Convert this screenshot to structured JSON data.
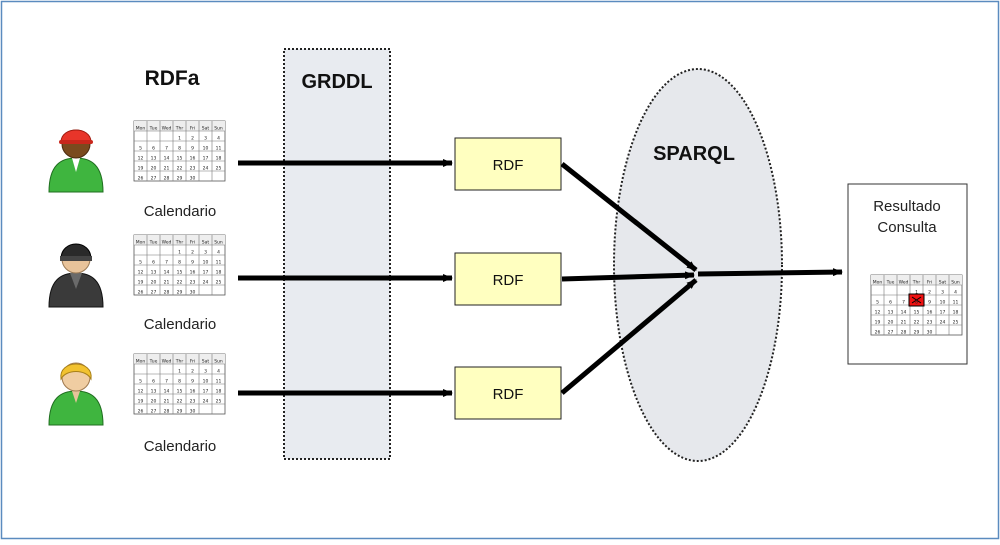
{
  "diagram": {
    "rdfa_label": "RDFa",
    "grddl_label": "GRDDL",
    "sparql_label": "SPARQL",
    "result_title_line1": "Resultado",
    "result_title_line2": "Consulta",
    "sources": [
      {
        "user": "user-red-cap",
        "calendar_label": "Calendario",
        "rdf_label": "RDF"
      },
      {
        "user": "user-dark-beanie",
        "calendar_label": "Calendario",
        "rdf_label": "RDF"
      },
      {
        "user": "user-blond",
        "calendar_label": "Calendario",
        "rdf_label": "RDF"
      }
    ],
    "calendar": {
      "headers": [
        "Mon",
        "Tue",
        "Wed",
        "Thr",
        "Fri",
        "Sat",
        "Sun"
      ],
      "rows": [
        [
          "",
          "",
          "",
          "1",
          "2",
          "3",
          "4"
        ],
        [
          "5",
          "6",
          "7",
          "8",
          "9",
          "10",
          "11"
        ],
        [
          "12",
          "13",
          "14",
          "15",
          "16",
          "17",
          "18"
        ],
        [
          "19",
          "20",
          "21",
          "22",
          "23",
          "24",
          "25"
        ],
        [
          "26",
          "27",
          "28",
          "29",
          "30",
          "",
          ""
        ]
      ]
    },
    "result_highlight": {
      "row": 1,
      "col": 3
    },
    "colors": {
      "rdf_fill": "#ffffc0",
      "grddl_fill": "#e8ebf0",
      "sparql_fill": "#e6e8ec",
      "frame_border": "#5b8bbf",
      "arrow": "#000000",
      "highlight": "#ee1111"
    }
  }
}
